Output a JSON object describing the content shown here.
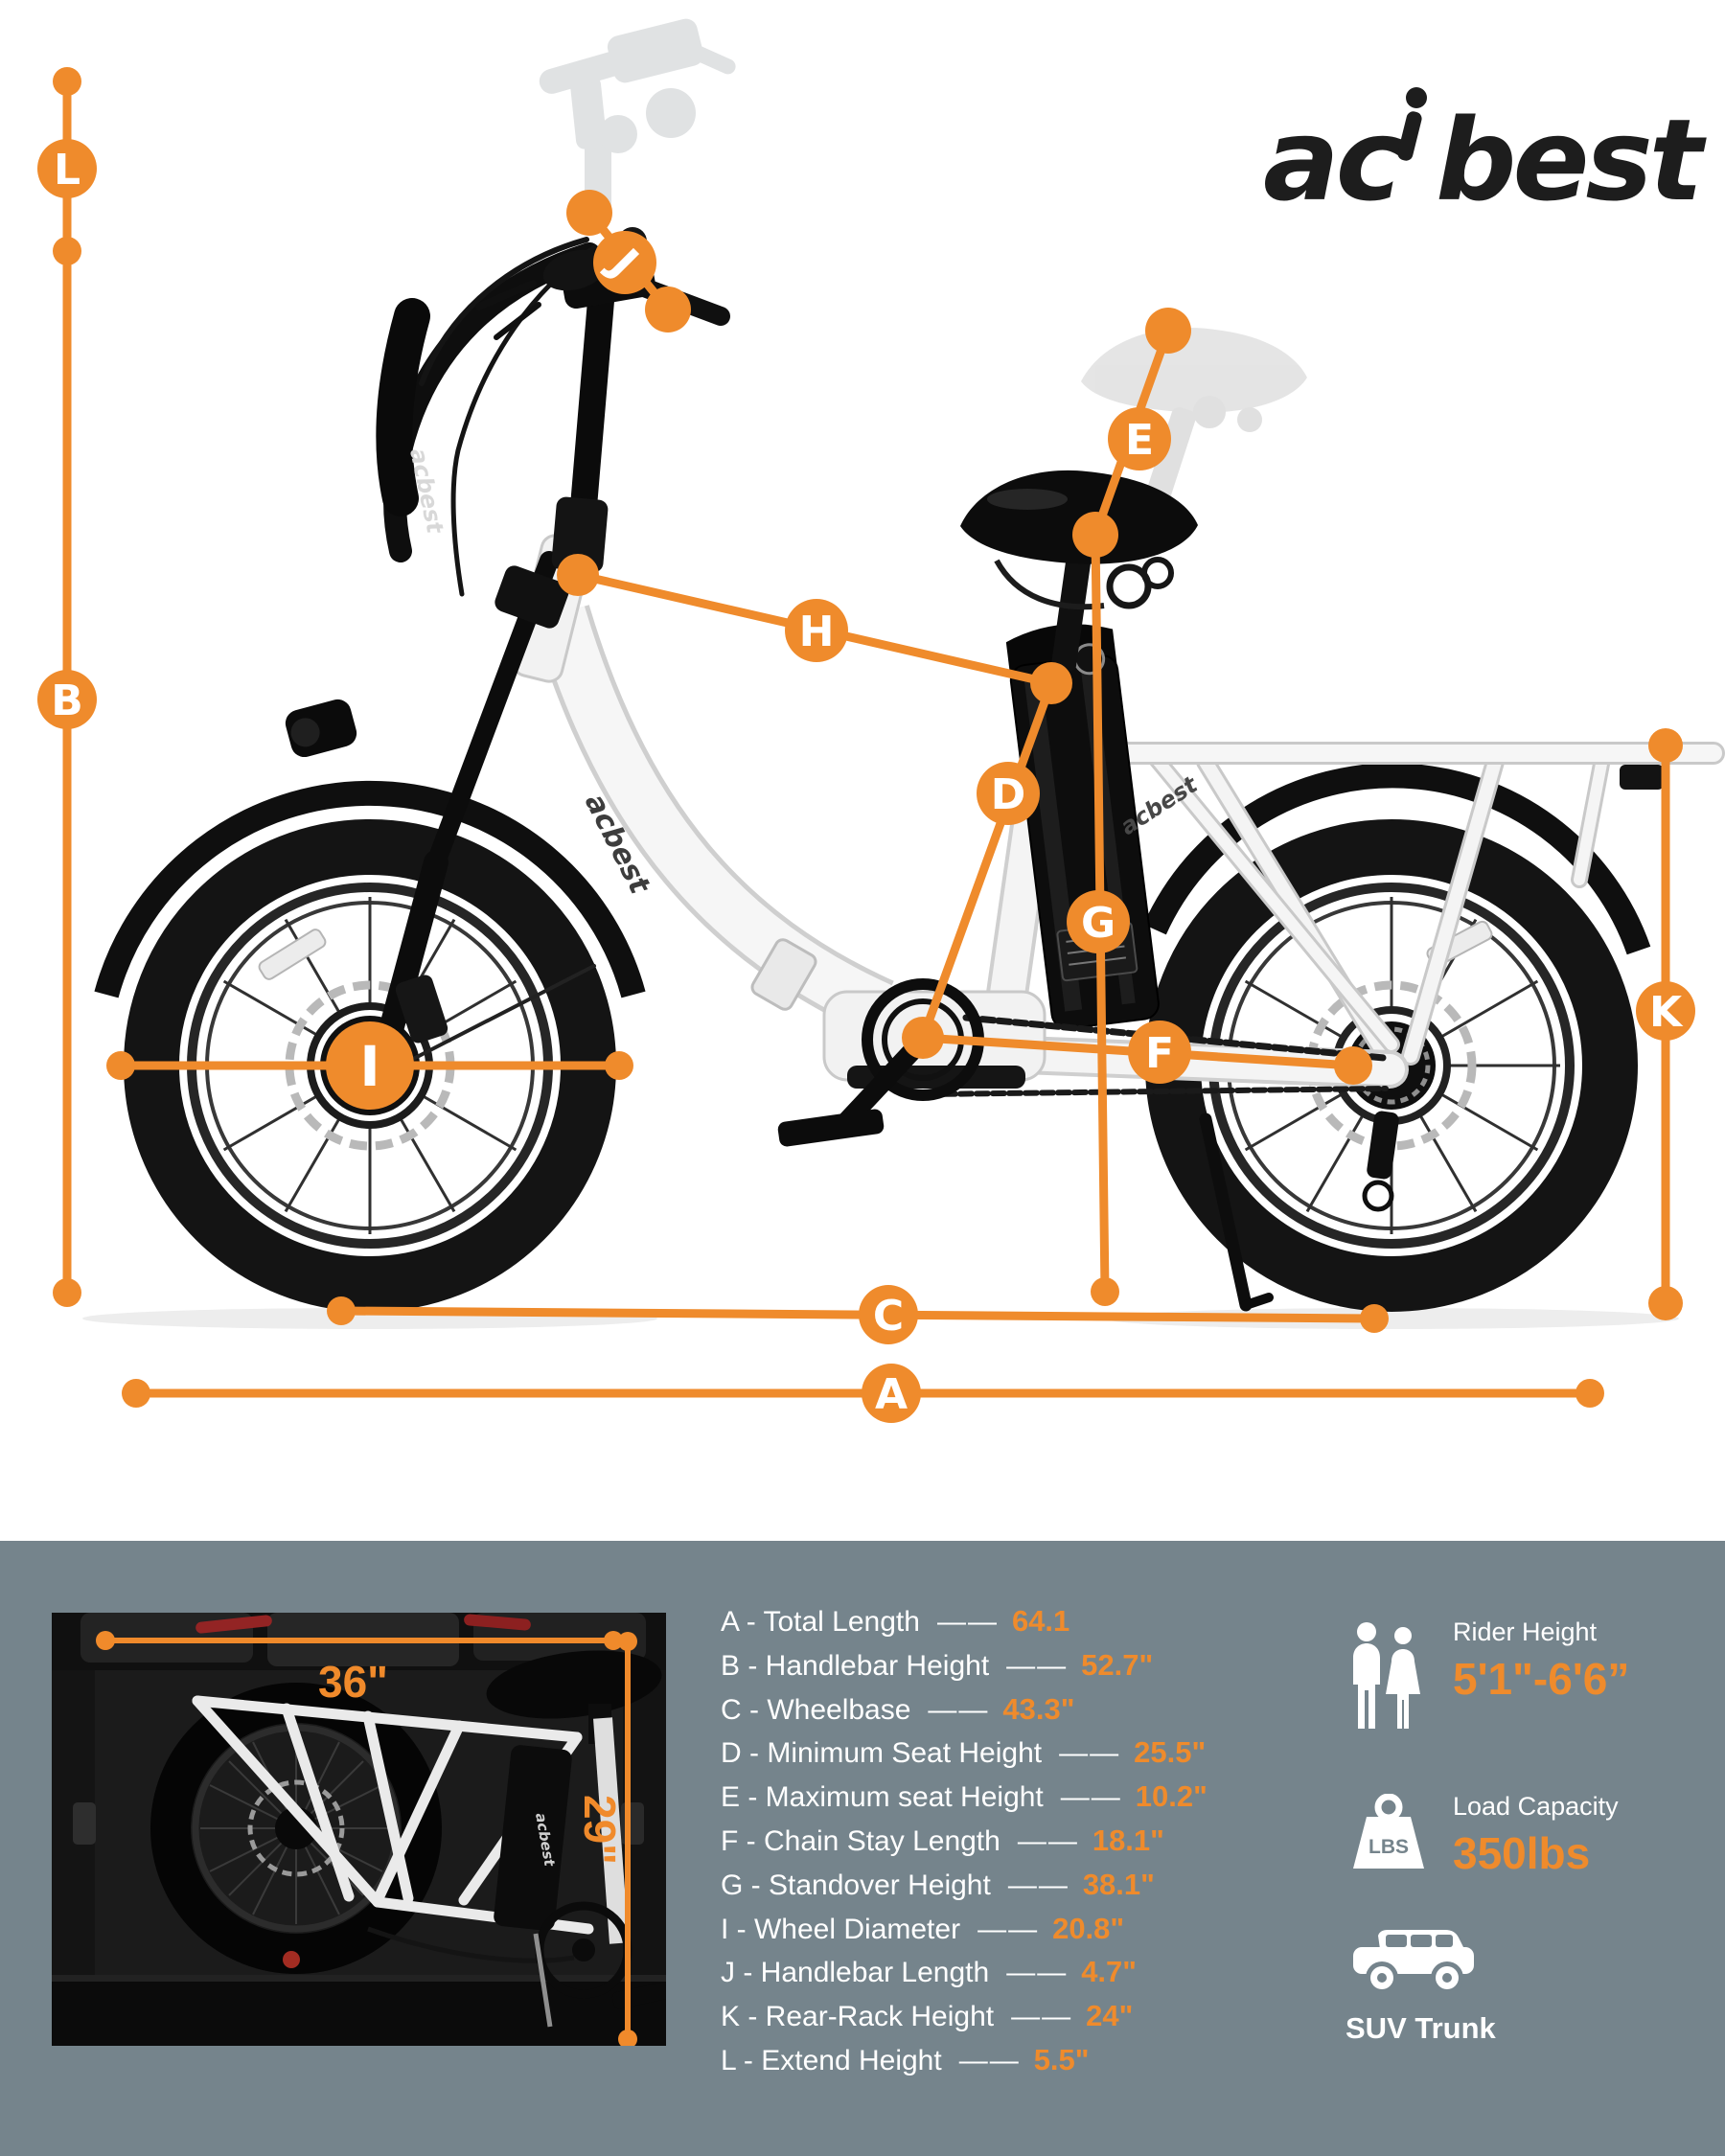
{
  "brand": {
    "name": "acbest",
    "part1": "ac",
    "part2": "best"
  },
  "diagram": {
    "letters": {
      "A": "A",
      "B": "B",
      "C": "C",
      "D": "D",
      "E": "E",
      "F": "F",
      "G": "G",
      "H": "H",
      "I": "I",
      "J": "J",
      "K": "K",
      "L": "L"
    },
    "frame_decal": "acbest",
    "accent_color": "#EF8B2C"
  },
  "folded_view": {
    "width_label": "36\"",
    "height_label": "29\"",
    "frame_decal": "acbest"
  },
  "specs": {
    "dash": "——",
    "rows": [
      {
        "label": "A - Total Length",
        "value": "64.1"
      },
      {
        "label": "B - Handlebar Height",
        "value": "52.7\""
      },
      {
        "label": "C - Wheelbase",
        "value": "43.3\""
      },
      {
        "label": "D - Minimum Seat Height",
        "value": "25.5\""
      },
      {
        "label": "E - Maximum seat Height",
        "value": "10.2\""
      },
      {
        "label": "F - Chain Stay Length",
        "value": "18.1\""
      },
      {
        "label": "G - Standover Height",
        "value": "38.1\""
      },
      {
        "label": "I -  Wheel Diameter",
        "value": "20.8\""
      },
      {
        "label": "J - Handlebar Length",
        "value": "4.7\""
      },
      {
        "label": "K - Rear-Rack Height",
        "value": "24\""
      },
      {
        "label": "L - Extend Height",
        "value": "5.5\""
      }
    ]
  },
  "info": {
    "rider": {
      "title": "Rider Height",
      "value": "5'1\"-6'6”"
    },
    "load": {
      "title": "Load Capacity",
      "value": "350lbs",
      "unit": "LBS"
    },
    "suv": {
      "label": "SUV Trunk"
    }
  },
  "colors": {
    "accent": "#EF8B2C",
    "panel": "#75848C",
    "logo": "#1d1d1d"
  }
}
